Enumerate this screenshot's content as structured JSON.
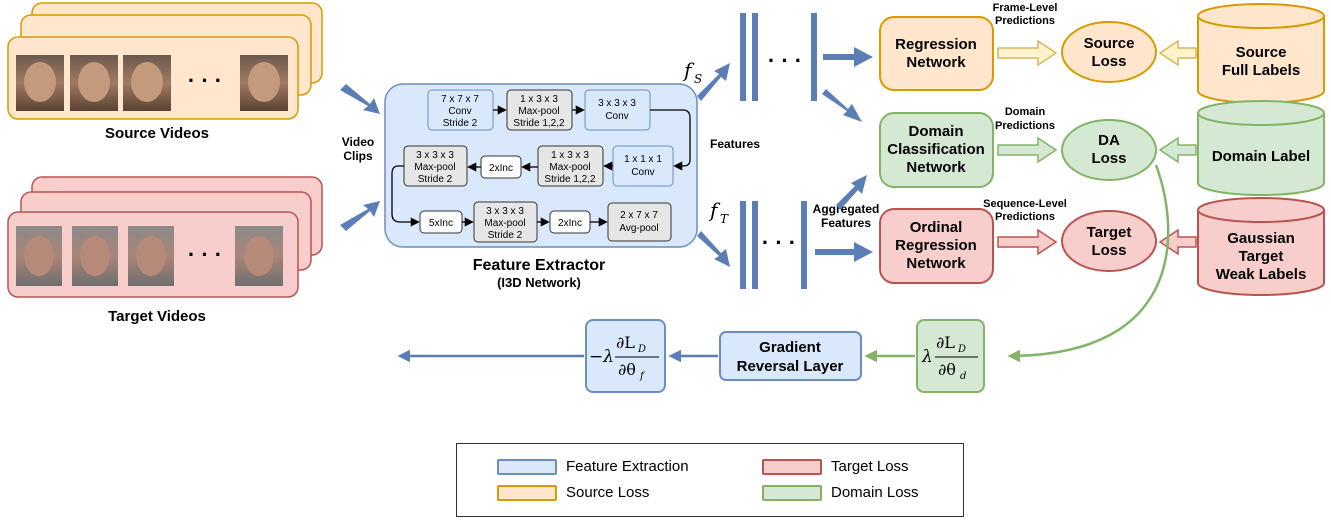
{
  "videos": {
    "source_label": "Source Videos",
    "target_label": "Target Videos",
    "ellipsis": "· · ·",
    "clips_label_1": "Video",
    "clips_label_2": "Clips"
  },
  "extractor": {
    "title": "Feature Extractor",
    "subtitle": "(I3D Network)",
    "features_label": "Features",
    "blocks": {
      "conv7_1": "7 x 7 x 7",
      "conv7_2": "Conv",
      "conv7_3": "Stride 2",
      "pool1_1": "1 x 3 x 3",
      "pool1_2": "Max-pool",
      "pool1_3": "Stride 1,2,2",
      "conv3_1": "3 x 3 x 3",
      "conv3_2": "Conv",
      "conv1_1": "1 x 1 x 1",
      "conv1_2": "Conv",
      "pool2_1": "1 x 3 x 3",
      "pool2_2": "Max-pool",
      "pool2_3": "Stride 1,2,2",
      "inc2a": "2xInc",
      "pool3_1": "3 x 3 x 3",
      "pool3_2": "Max-pool",
      "pool3_3": "Stride 2",
      "inc5": "5xInc",
      "pool4_1": "3 x 3 x 3",
      "pool4_2": "Max-pool",
      "pool4_3": "Stride 2",
      "inc2b": "2xInc",
      "avg_1": "2 x 7 x 7",
      "avg_2": "Avg-pool"
    }
  },
  "features": {
    "fs_main": "f",
    "fs_sub": "S",
    "ft_main": "f",
    "ft_sub": "T",
    "ellipsis": "· · ·",
    "aggregated_1": "Aggregated",
    "aggregated_2": "Features"
  },
  "networks": {
    "regression_1": "Regression",
    "regression_2": "Network",
    "domain_1": "Domain",
    "domain_2": "Classification",
    "domain_3": "Network",
    "ordinal_1": "Ordinal",
    "ordinal_2": "Regression",
    "ordinal_3": "Network"
  },
  "predictions": {
    "frame_1": "Frame-Level",
    "frame_2": "Predictions",
    "domain_1": "Domain",
    "domain_2": "Predictions",
    "sequence_1": "Sequence-Level",
    "sequence_2": "Predictions"
  },
  "losses": {
    "source_1": "Source",
    "source_2": "Loss",
    "da_1": "DA",
    "da_2": "Loss",
    "target_1": "Target",
    "target_2": "Loss"
  },
  "labels": {
    "source_1": "Source",
    "source_2": "Full Labels",
    "domain": "Domain Label",
    "target_1": "Gaussian",
    "target_2": "Target",
    "target_3": "Weak Labels"
  },
  "gradient": {
    "grl_1": "Gradient",
    "grl_2": "Reversal Layer",
    "lambda": "λ",
    "minus_lambda": "−λ",
    "partial_LD": "∂L",
    "partial_LD_sub": "D",
    "partial_theta_d": "∂θ",
    "theta_d_sub": "d",
    "partial_theta_f": "∂θ",
    "theta_f_sub": "f"
  },
  "legend": {
    "feature_extraction": "Feature Extraction",
    "source_loss": "Source Loss",
    "target_loss": "Target Loss",
    "domain_loss": "Domain Loss"
  },
  "colors": {
    "blue_fill": "#dae8fc",
    "blue_stroke": "#6c8ebf",
    "orange_fill": "#ffe6cc",
    "orange_stroke": "#d79b00",
    "red_fill": "#f8cecc",
    "red_stroke": "#b85450",
    "green_fill": "#d5e8d4",
    "green_stroke": "#82b366",
    "yellow_fill": "#fff2cc",
    "yellow_stroke": "#d6b656",
    "arrow_blue": "#5b7fb5"
  }
}
